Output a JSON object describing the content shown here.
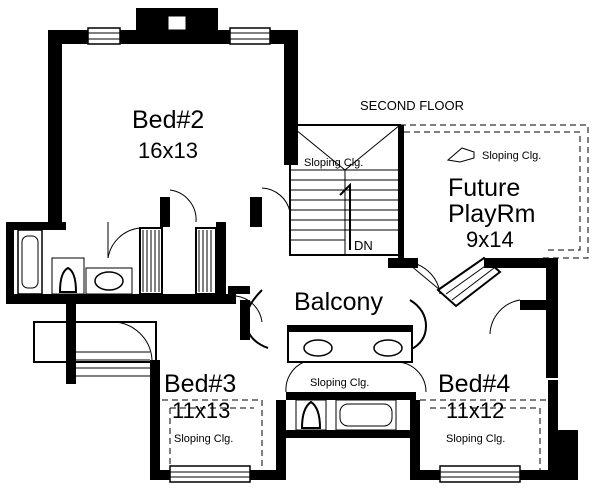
{
  "floor_label": "SECOND FLOOR",
  "rooms": [
    {
      "name": "Bed#2",
      "size": "16x13"
    },
    {
      "name": "Future",
      "name2": "PlayRm",
      "size": "9x14"
    },
    {
      "name": "Balcony"
    },
    {
      "name": "Bed#3",
      "size": "11x13"
    },
    {
      "name": "Bed#4",
      "size": "11x12"
    }
  ],
  "notes": {
    "sloping": "Sloping Clg.",
    "down": "DN"
  }
}
